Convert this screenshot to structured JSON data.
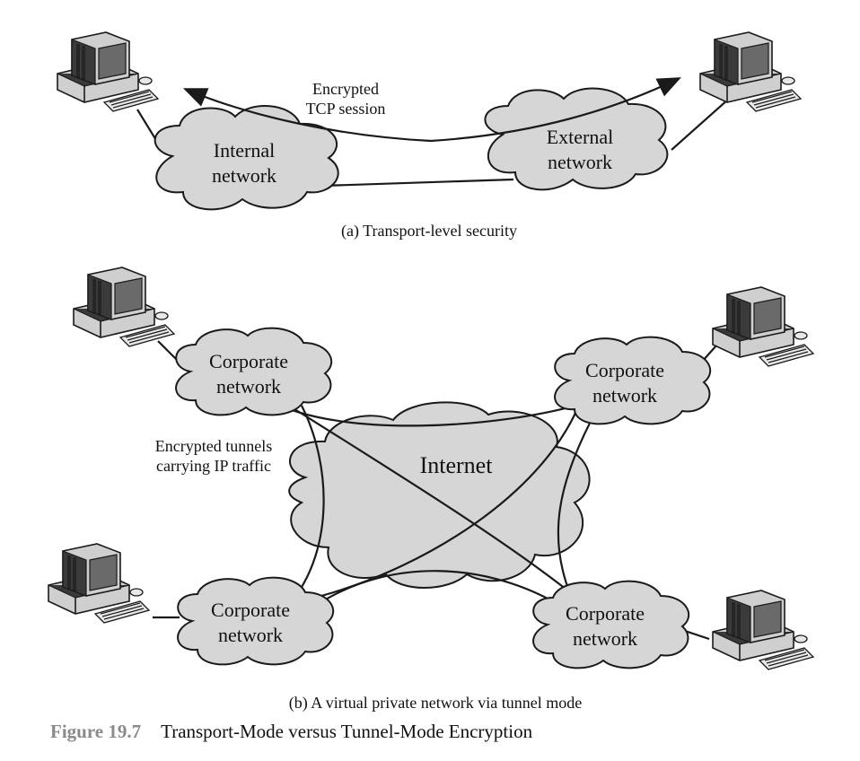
{
  "part_a": {
    "caption": "(a) Transport-level security",
    "session_label_line1": "Encrypted",
    "session_label_line2": "TCP session",
    "internal_cloud": {
      "line1": "Internal",
      "line2": "network"
    },
    "external_cloud": {
      "line1": "External",
      "line2": "network"
    }
  },
  "part_b": {
    "caption": "(b) A virtual private network via tunnel mode",
    "internet_label": "Internet",
    "tunnels_label_line1": "Encrypted tunnels",
    "tunnels_label_line2": "carrying IP traffic",
    "corporate_clouds": [
      {
        "line1": "Corporate",
        "line2": "network"
      },
      {
        "line1": "Corporate",
        "line2": "network"
      },
      {
        "line1": "Corporate",
        "line2": "network"
      },
      {
        "line1": "Corporate",
        "line2": "network"
      }
    ]
  },
  "figure": {
    "number": "Figure 19.7",
    "title": "Transport-Mode versus Tunnel-Mode Encryption"
  }
}
